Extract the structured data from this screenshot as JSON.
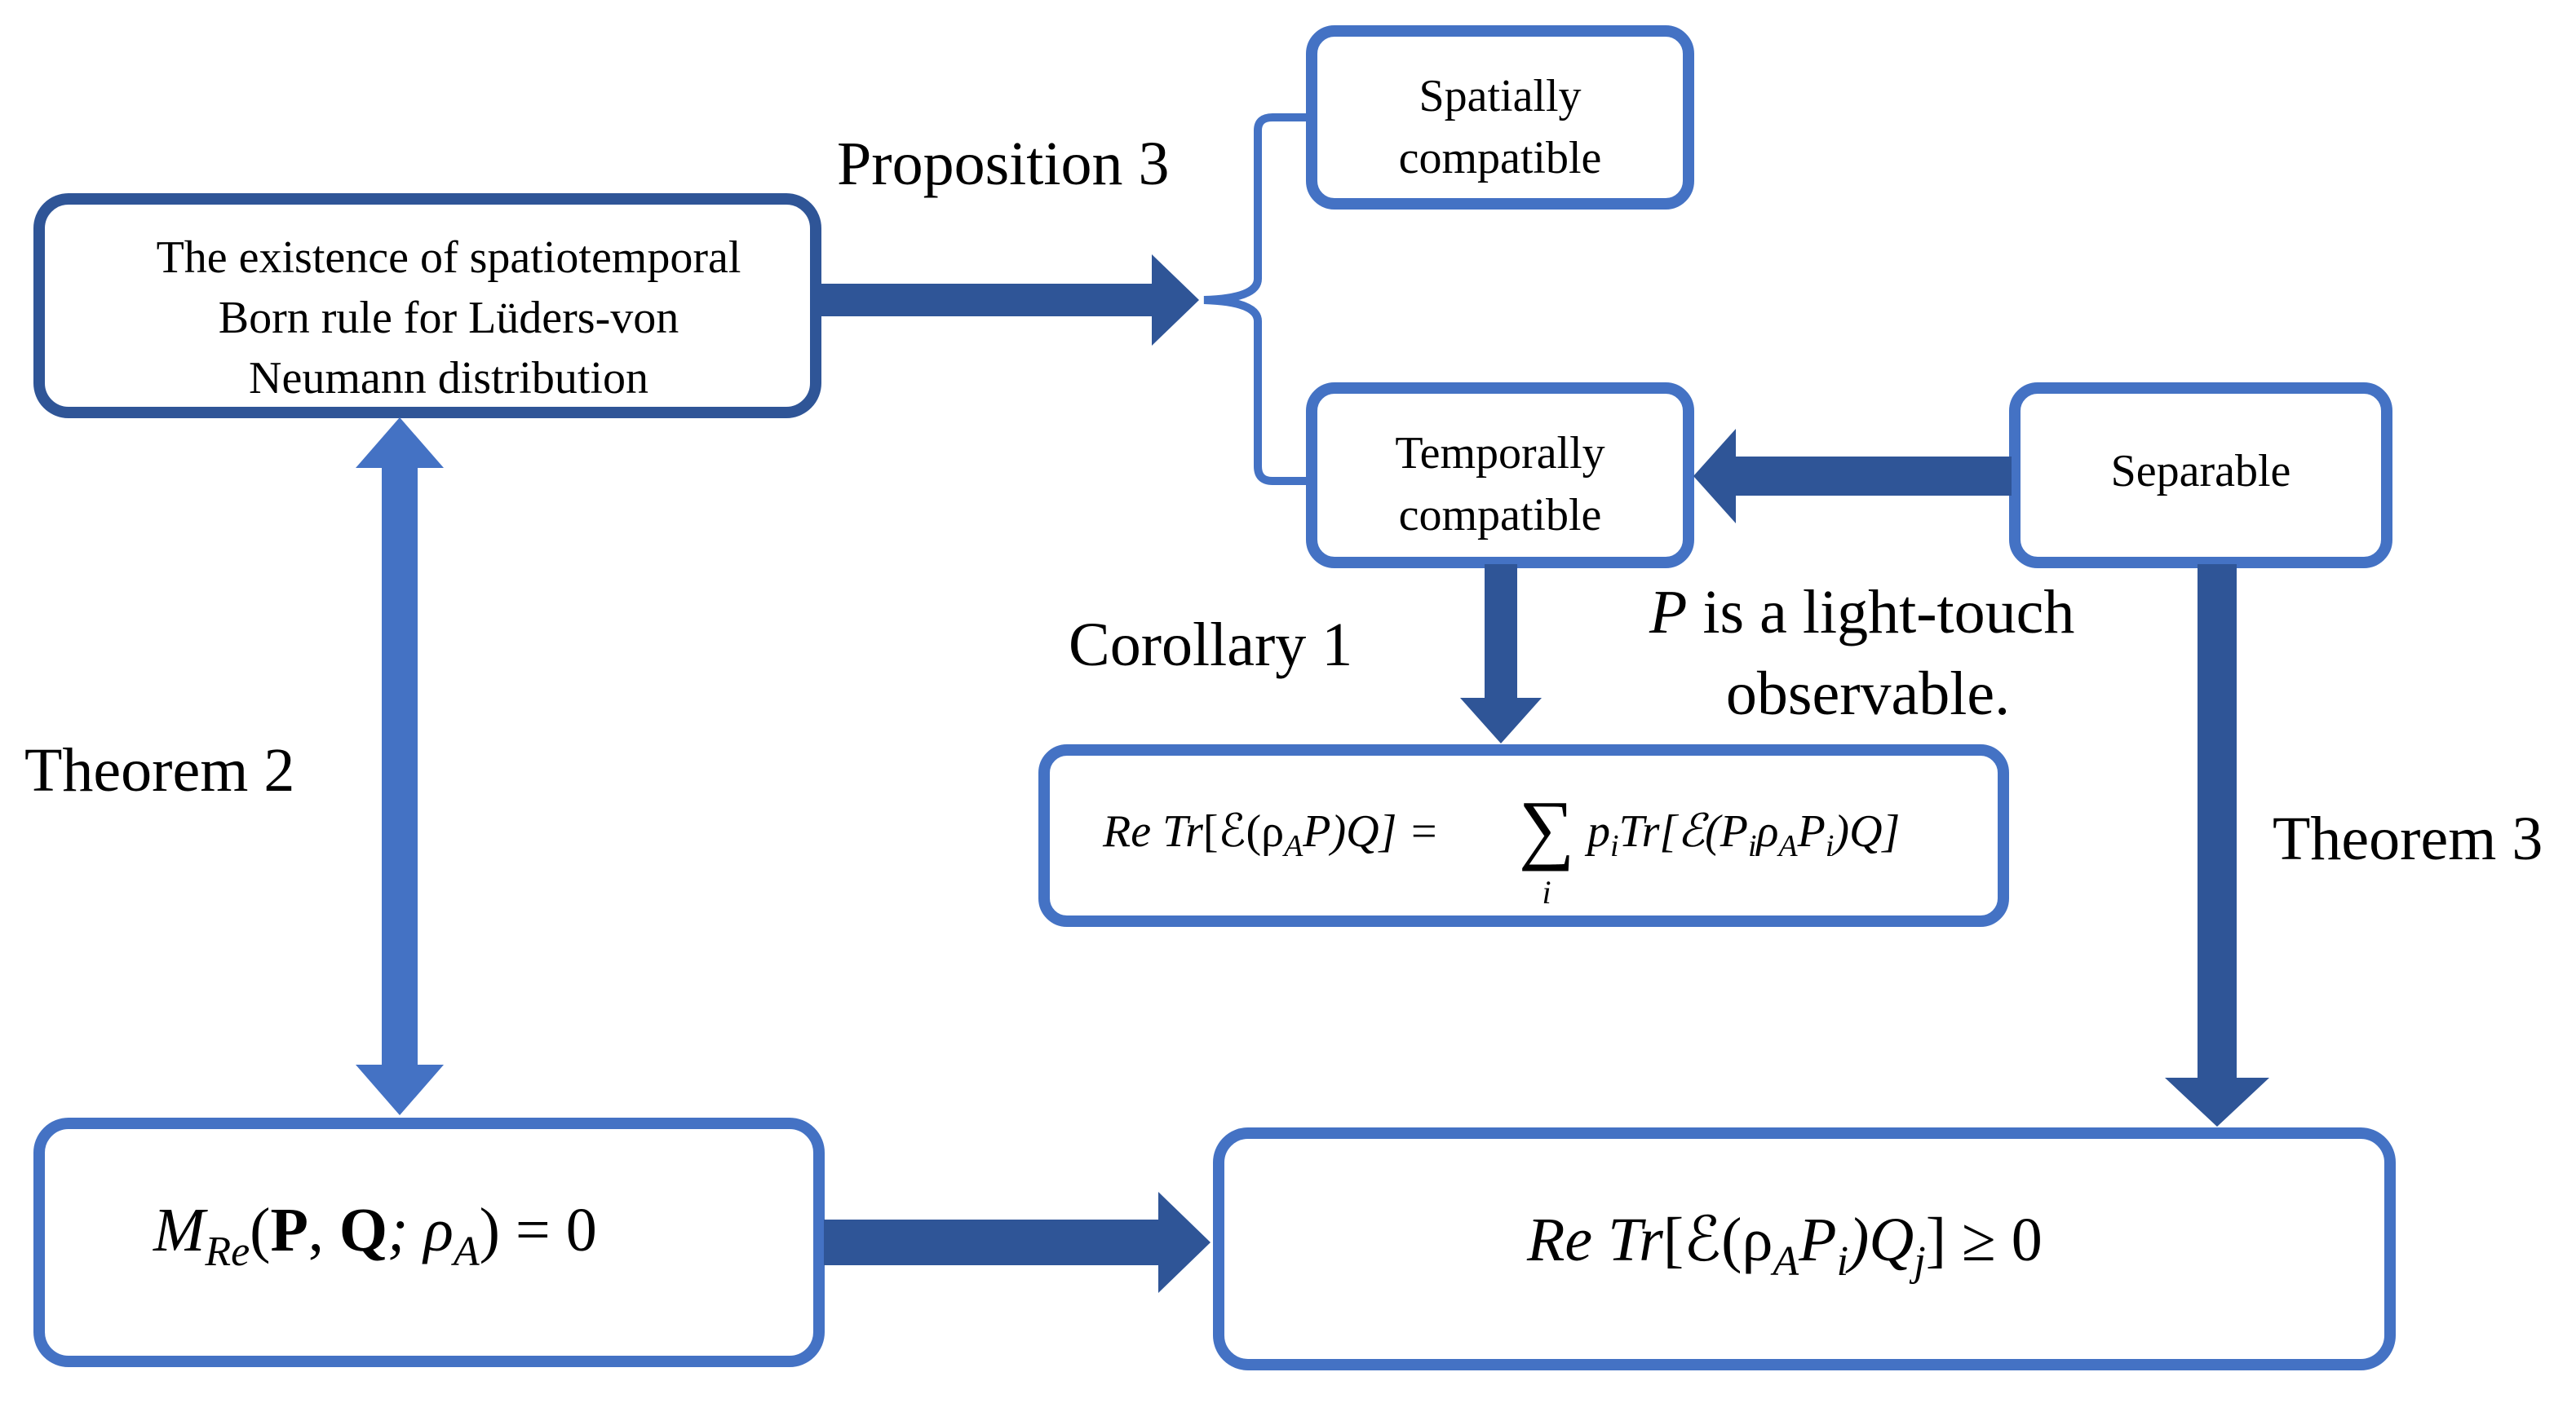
{
  "colors": {
    "dark_border": "#2F5597",
    "light_border": "#4472C4",
    "arrow_dark": "#2F5597",
    "arrow_light": "#4472C4",
    "background": "#FFFFFF"
  },
  "nodes": {
    "born_rule": {
      "line1": "The existence of spatiotemporal",
      "line2": "Born rule for Lüders-von",
      "line3": "Neumann distribution"
    },
    "spatially": {
      "line1": "Spatially",
      "line2": "compatible"
    },
    "temporally": {
      "line1": "Temporally",
      "line2": "compatible"
    },
    "separable": {
      "label": "Separable"
    },
    "corollary_formula": {
      "lhs_re_tr": "Re Tr",
      "lhs_inner": "[ℰ(ρ",
      "lhs_sub_a": "A",
      "lhs_rest": "P)Q] =",
      "sum_symbol": "∑",
      "sum_index": "i",
      "rhs_p": "p",
      "rhs_p_sub": "i",
      "rhs_tr": "Tr[ℰ(P",
      "rhs_sub1": "i",
      "rhs_rho": "ρ",
      "rhs_sub_a": "A",
      "rhs_p2": "P",
      "rhs_sub2": "i",
      "rhs_end": ")Q]"
    },
    "m_re": {
      "m": "M",
      "m_sub": "Re",
      "open": "(",
      "p": "P",
      "comma": ", ",
      "q": "Q",
      "semi": "; ρ",
      "rho_sub": "A",
      "close": ") = 0"
    },
    "re_tr_final": {
      "re_tr": "Re Tr",
      "inner": "[ℰ(ρ",
      "sub_a": "A",
      "p": "P",
      "p_sub": "i",
      "mid": ")Q",
      "q_sub": "j",
      "end": "] ≥ 0"
    }
  },
  "labels": {
    "proposition3": "Proposition 3",
    "corollary1": "Corollary 1",
    "theorem2": "Theorem 2",
    "theorem3": "Theorem 3",
    "light_touch_p": "P",
    "light_touch_line1": " is a light-touch",
    "light_touch_line2": "observable."
  }
}
